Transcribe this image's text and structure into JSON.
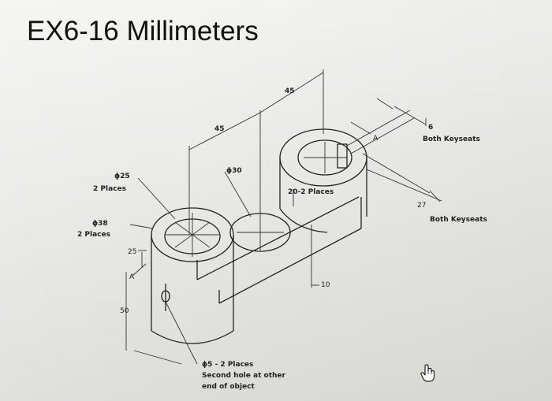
{
  "title": "EX6-16 Millimeters",
  "labels": {
    "dim_45_top": "45",
    "dim_45_left": "45",
    "dim_6": "6",
    "both_keyseats_1": "Both Keyseats",
    "section_a_top": "A",
    "phi25": "ϕ25",
    "two_places_1": "2 Places",
    "phi30": "ϕ30",
    "twenty_two_places": "20-2 Places",
    "dim_27": "27",
    "both_keyseats_2": "Both Keyseats",
    "phi38": "ϕ38",
    "two_places_2": "2 Places",
    "dim_25": "25",
    "section_a_left": "A",
    "dim_50": "50",
    "dim_10": "10",
    "note_line1": "ϕ5 - 2 Places",
    "note_line2": "Second hole at other",
    "note_line3": "end of object"
  },
  "icons": {
    "cursor": "hand-pointer-icon"
  }
}
